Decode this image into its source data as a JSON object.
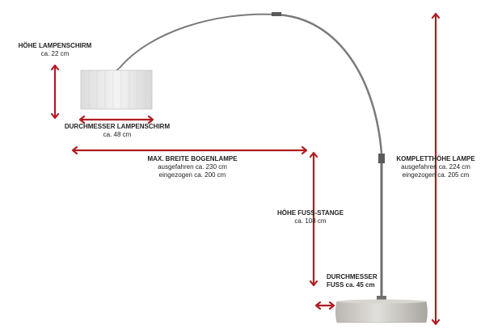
{
  "colors": {
    "arrow": "#b01c22",
    "pole": "#6f6f6f",
    "shade": "#e9e9e9",
    "base": "#c9c7c2"
  },
  "labels": {
    "shade_height": {
      "title": "HÖHE LAMPENSCHIRM",
      "value": "ca. 22 cm"
    },
    "shade_diameter": {
      "title": "DURCHMESSER LAMPENSCHIRM",
      "value": "ca. 48 cm"
    },
    "max_width": {
      "title": "MAX. BREITE BOGENLAMPE",
      "line1": "ausgefahren ca. 230 cm",
      "line2": "eingezogen ca. 200 cm"
    },
    "total_height": {
      "title": "KOMPLETTHÖHE LAMPE",
      "line1": "ausgefahren ca. 224 cm",
      "line2": "eingezogen ca. 205 cm"
    },
    "foot_pole_height": {
      "title": "HÖHE FUSS-STANGE",
      "value": "ca. 108 cm"
    },
    "foot_diameter": {
      "title": "DURCHMESSER",
      "value": "FUSS ca. 45 cm"
    }
  }
}
